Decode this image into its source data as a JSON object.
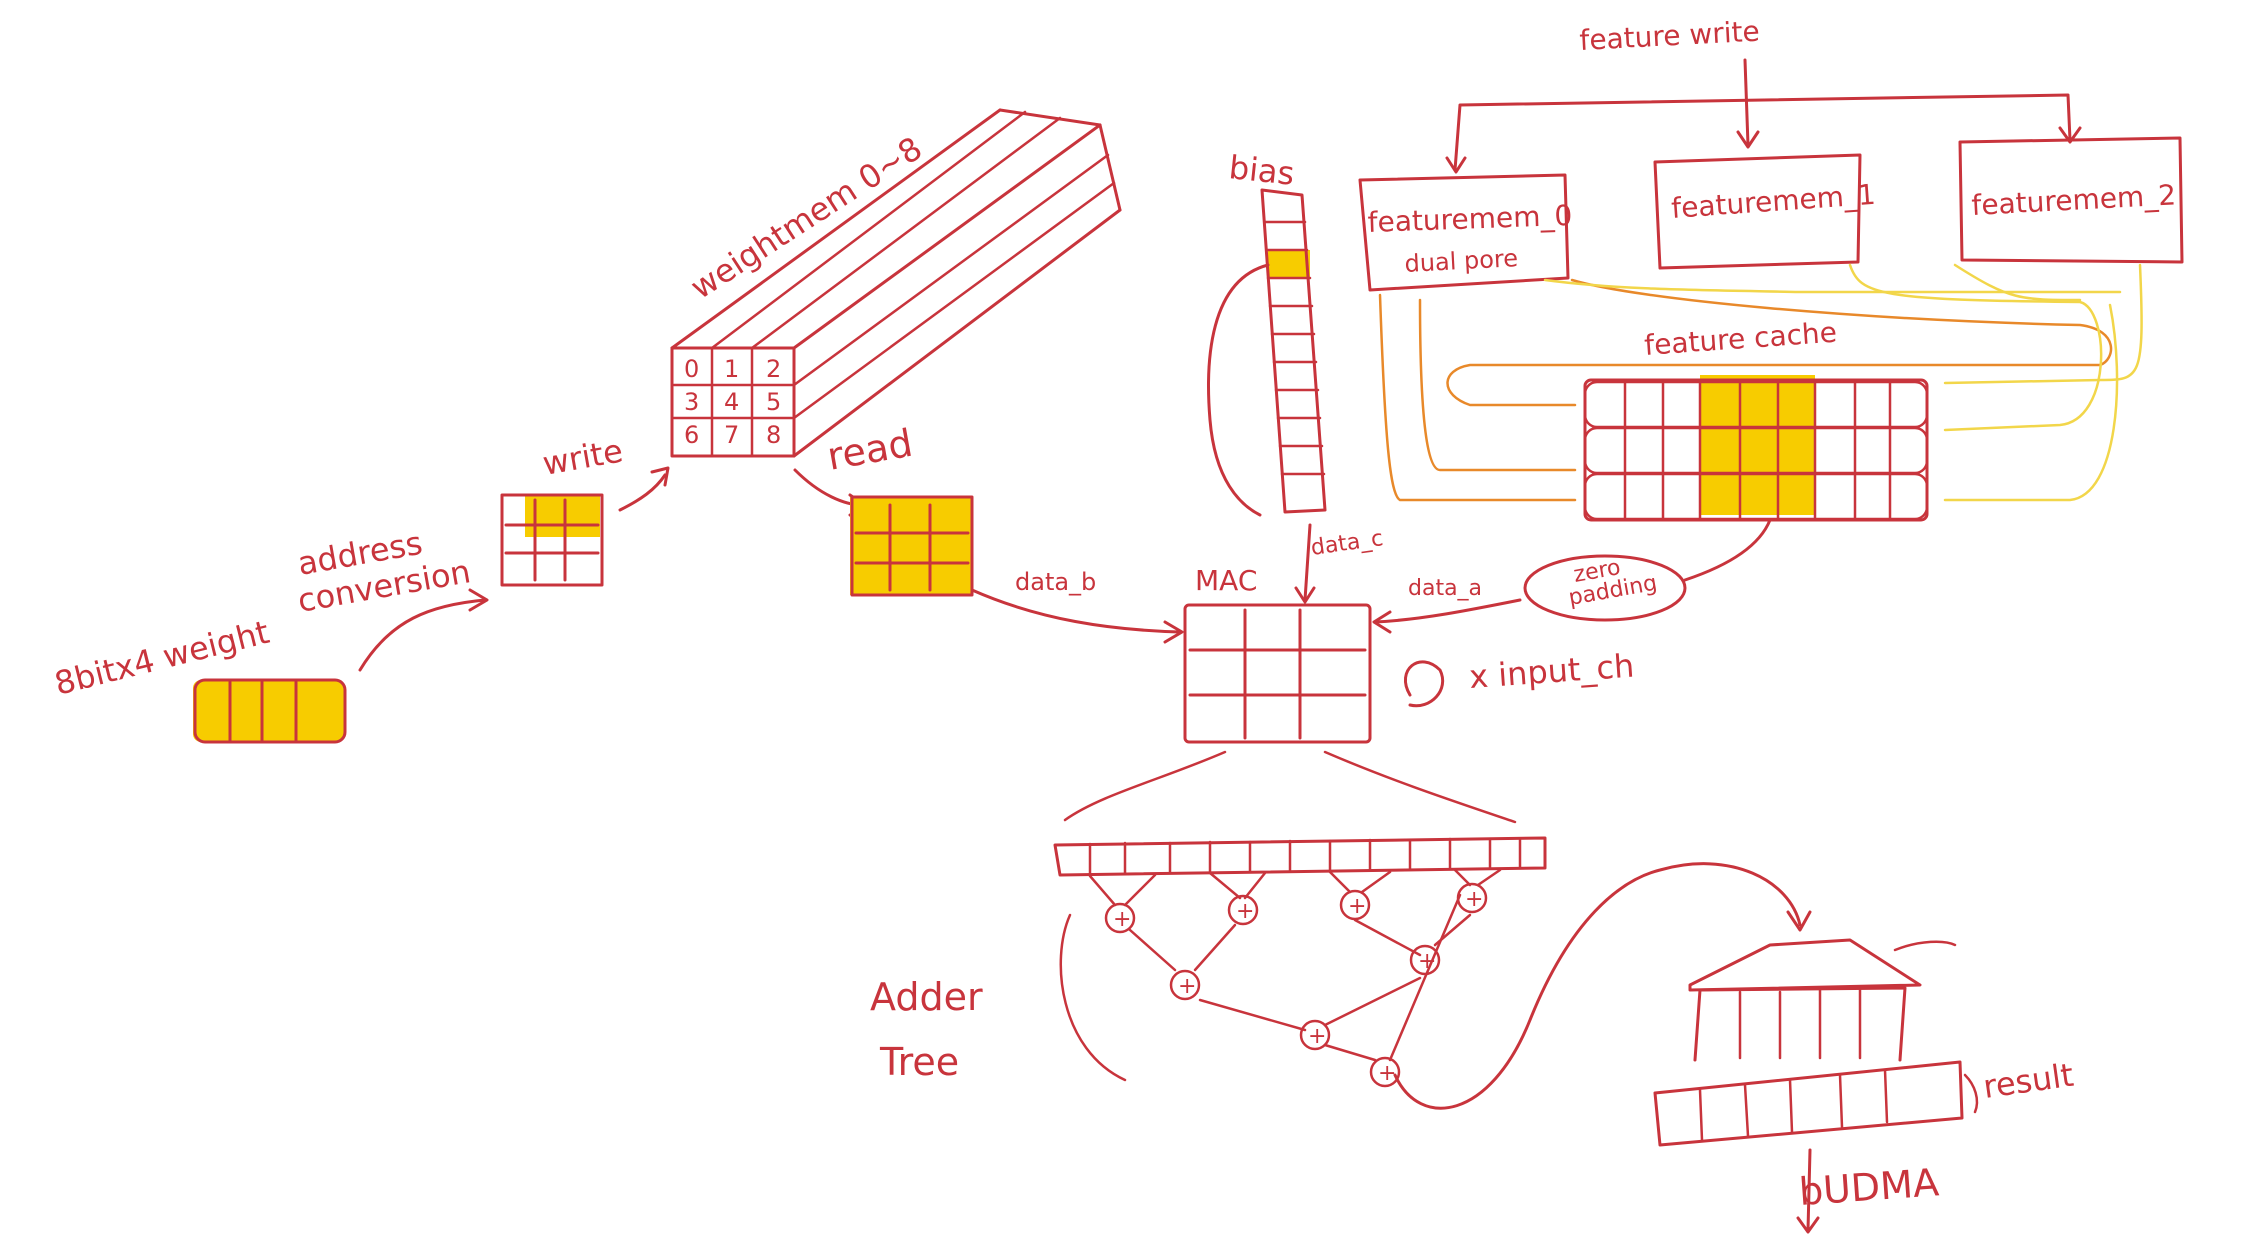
{
  "diagram": {
    "colors": {
      "ink": "#c8343c",
      "highlight": "#f7cc00",
      "orange_line": "#e8892a",
      "yellow_line": "#f2d64a"
    },
    "labels": {
      "weight_input": "8bitx4 weight",
      "address_conversion_1": "address",
      "address_conversion_2": "conversion",
      "write": "write",
      "weightmem": "weightmem 0~8",
      "read": "read",
      "data_b": "data_b",
      "mac": "MAC",
      "bias": "bias",
      "data_c": "data_c",
      "data_a": "data_a",
      "zero_padding_1": "zero",
      "zero_padding_2": "padding",
      "input_ch": "x input_ch",
      "feature_write": "feature write",
      "featuremem_0": "featuremem_0",
      "dual_port": "dual pore",
      "featuremem_1": "featuremem_1",
      "featuremem_2": "featuremem_2",
      "feature_cache": "feature cache",
      "adder_1": "Adder",
      "adder_2": "Tree",
      "result": "result",
      "budma": "bUDMA"
    },
    "weight_cells": [
      "0",
      "1",
      "2",
      "3",
      "4",
      "5",
      "6",
      "7",
      "8"
    ],
    "adder_symbol": "+"
  }
}
